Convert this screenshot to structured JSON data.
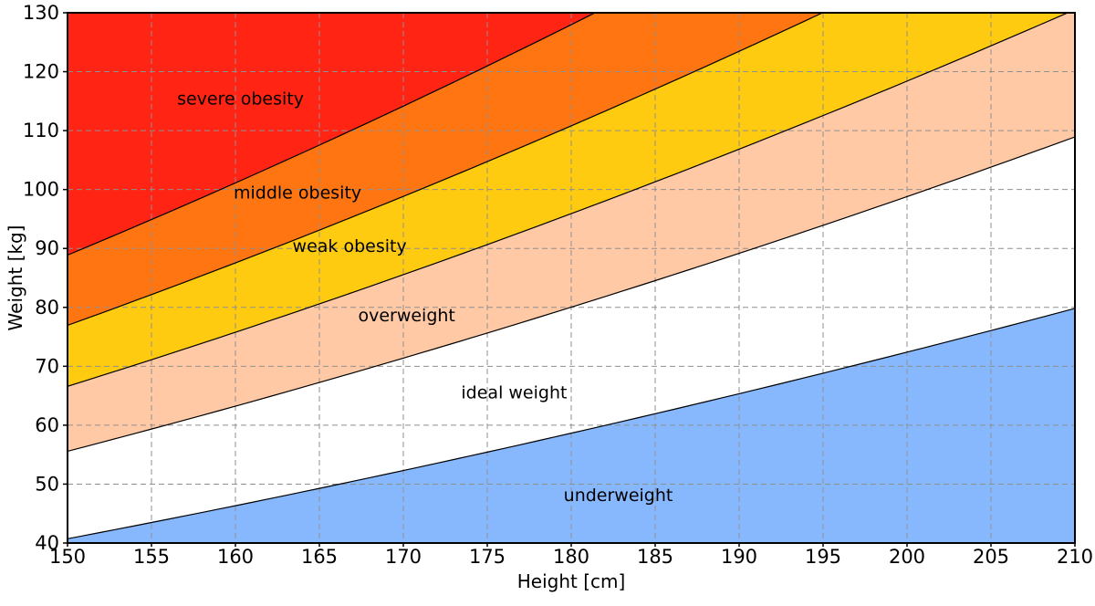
{
  "chart_data": {
    "type": "area",
    "title": "",
    "xlabel": "Height [cm]",
    "ylabel": "Weight [kg]",
    "xlim": [
      150,
      210
    ],
    "ylim": [
      40,
      130
    ],
    "xticks": [
      150,
      155,
      160,
      165,
      170,
      175,
      180,
      185,
      190,
      195,
      200,
      205,
      210
    ],
    "yticks": [
      40,
      50,
      60,
      70,
      80,
      90,
      100,
      110,
      120,
      130
    ],
    "grid": true,
    "zones": [
      {
        "name": "underweight",
        "color": "#87b7fd",
        "bmi_min": 0,
        "bmi_max": 18.1
      },
      {
        "name": "ideal weight",
        "color": "#ffffff",
        "bmi_min": 18.1,
        "bmi_max": 24.7
      },
      {
        "name": "overweight",
        "color": "#ffc9a5",
        "bmi_min": 24.7,
        "bmi_max": 29.6
      },
      {
        "name": "weak obesity",
        "color": "#ffcb10",
        "bmi_min": 29.6,
        "bmi_max": 34.2
      },
      {
        "name": "middle obesity",
        "color": "#ff7512",
        "bmi_min": 34.2,
        "bmi_max": 39.5
      },
      {
        "name": "severe obesity",
        "color": "#ff2413",
        "bmi_min": 39.5,
        "bmi_max": 1000
      }
    ],
    "boundaries_bmi": [
      18.1,
      24.7,
      29.6,
      34.2,
      39.5
    ],
    "zone_labels": [
      {
        "text": "severe obesity",
        "x": 160.3,
        "y": 115.3
      },
      {
        "text": "middle obesity",
        "x": 163.7,
        "y": 99.3
      },
      {
        "text": "weak obesity",
        "x": 166.8,
        "y": 90.3
      },
      {
        "text": "overweight",
        "x": 170.2,
        "y": 78.5
      },
      {
        "text": "ideal weight",
        "x": 176.6,
        "y": 65.4
      },
      {
        "text": "underweight",
        "x": 182.8,
        "y": 48.0
      }
    ]
  }
}
